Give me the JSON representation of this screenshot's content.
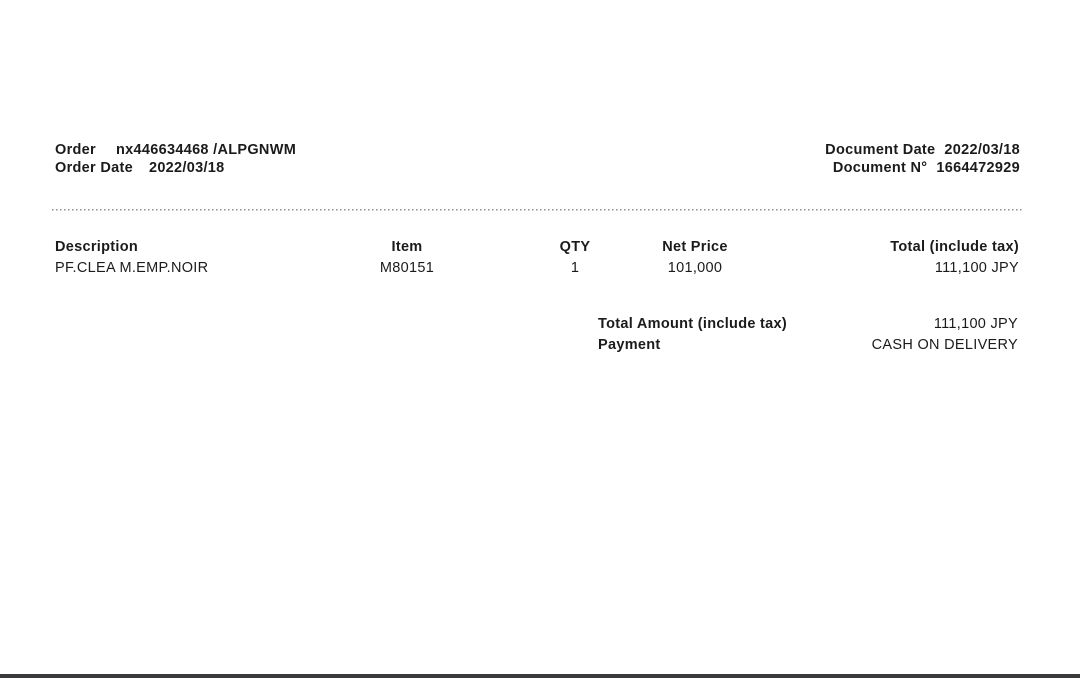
{
  "page": {
    "background_color": "#ffffff",
    "text_color": "#1b1b1b",
    "bottom_bar_color": "#3a3a3c"
  },
  "header": {
    "order_label": "Order",
    "order_value": "nx446634468 /ALPGNWM",
    "order_date_label": "Order Date",
    "order_date_value": "2022/03/18",
    "document_date_label": "Document Date",
    "document_date_value": "2022/03/18",
    "document_number_label": "Document N°",
    "document_number_value": "1664472929"
  },
  "items_table": {
    "columns": [
      "Description",
      "Item",
      "QTY",
      "Net Price",
      "Total (include tax)"
    ],
    "rows": [
      {
        "description": "PF.CLEA M.EMP.NOIR",
        "item": "M80151",
        "qty": "1",
        "net_price": "101,000",
        "total": "111,100 JPY"
      }
    ]
  },
  "summary": {
    "total_amount_label": "Total Amount (include tax)",
    "total_amount_value": "111,100 JPY",
    "payment_label": "Payment",
    "payment_value": "CASH ON DELIVERY"
  }
}
